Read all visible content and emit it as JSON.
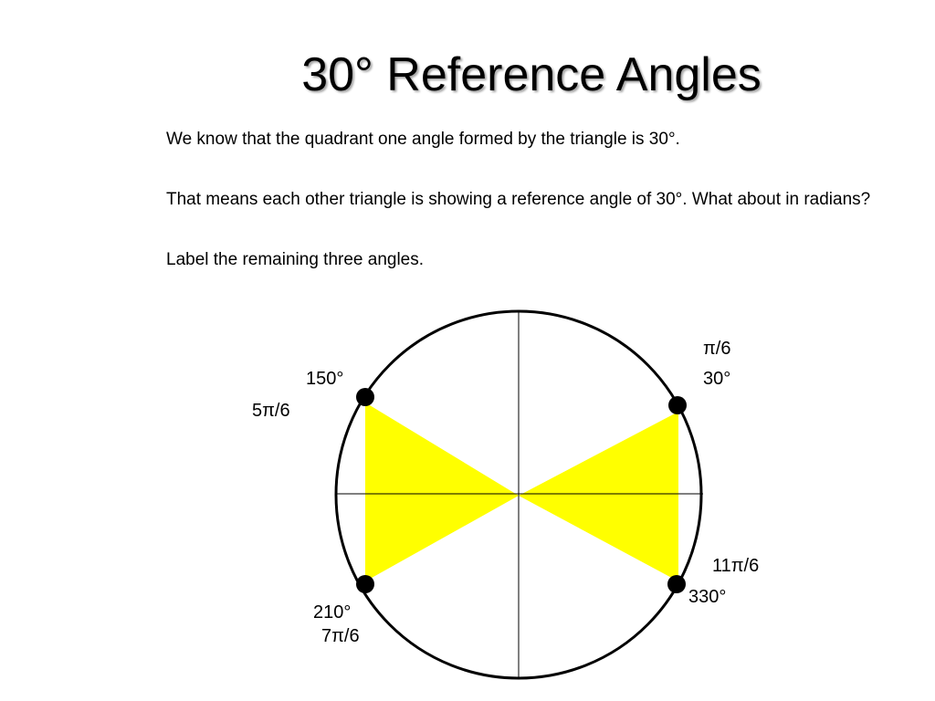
{
  "title": "30° Reference Angles",
  "bullets": [
    "We know that the quadrant one angle formed by the triangle is 30°.",
    "That means each other triangle is showing a reference angle of 30°.  What about in radians?",
    "Label the remaining three angles."
  ],
  "angles": [
    {
      "id": "q1",
      "degrees": "30°",
      "radians": "π/6"
    },
    {
      "id": "q2",
      "degrees": "150°",
      "radians": "5π/6"
    },
    {
      "id": "q3",
      "degrees": "210°",
      "radians": "7π/6"
    },
    {
      "id": "q4",
      "degrees": "330°",
      "radians": "11π/6"
    }
  ],
  "colors": {
    "triangle_fill": "#ffff00",
    "circle_stroke": "#000000",
    "point_fill": "#000000"
  }
}
